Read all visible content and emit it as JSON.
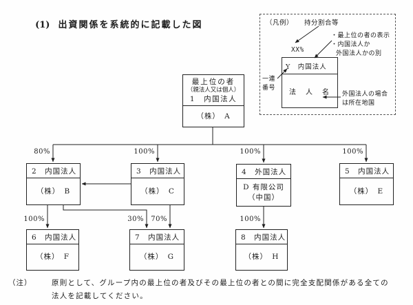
{
  "title": {
    "prefix": "(1)",
    "text": "出資関係を系統的に記載した図"
  },
  "legend": {
    "heading": "（凡例）",
    "ratio_label": "持分割合等",
    "ratio_value": "XX%",
    "callout_top_display": "・最上位の者の表示",
    "callout_entity_type_1": "・内国法人か",
    "callout_entity_type_2": "外国法人かの別",
    "serial_label": [
      "一連",
      "番号"
    ],
    "sample": {
      "header": "Y　内国法人",
      "name": "法　人　名"
    },
    "foreign_note": [
      "外国法人の場合",
      "は所在地国"
    ]
  },
  "nodes": {
    "n1": {
      "header1": "最上位の者",
      "header2": "（親法人又は個人）",
      "header3": "1　内国法人",
      "name": "（株）　A"
    },
    "n2": {
      "header": "2　内国法人",
      "name": "（株）　B"
    },
    "n3": {
      "header": "3　内国法人",
      "name": "（株）　C"
    },
    "n4": {
      "header": "4　外国法人",
      "name": [
        "D 有限公司",
        "（中国）"
      ]
    },
    "n5": {
      "header": "5　内国法人",
      "name": "（株）　E"
    },
    "n6": {
      "header": "6　内国法人",
      "name": "（株）　F"
    },
    "n7": {
      "header": "7　内国法人",
      "name": "（株）　G"
    },
    "n8": {
      "header": "8　内国法人",
      "name": "（株）　H"
    }
  },
  "edge_labels": {
    "a_to_b": "80%",
    "a_to_c": "100%",
    "a_to_d": "100%",
    "a_to_e": "100%",
    "b_to_f": "100%",
    "b_to_g": "30%",
    "c_to_g": "70%",
    "d_to_h": "100%"
  },
  "note": {
    "prefix": "（注）",
    "line1": "原則として、グループ内の最上位の者及びその最上位の者との間に完全支配関係がある全ての",
    "line2": "法人を記載してください。"
  },
  "colors": {
    "ink": "#1f1f1f",
    "background": "#fefefe"
  }
}
